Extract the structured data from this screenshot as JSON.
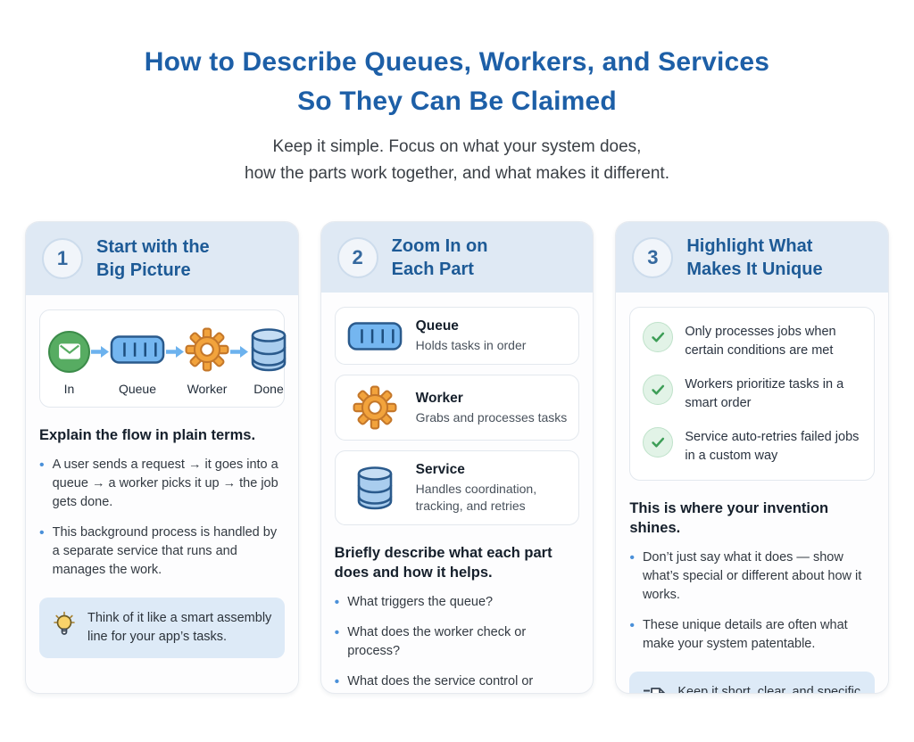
{
  "header": {
    "title_line1": "How to Describe Queues, Workers, and Services",
    "title_line2": "So They Can Be Claimed",
    "subtitle_line1": "Keep it simple. Focus on what your system does,",
    "subtitle_line2": "how the parts work together, and what makes it different."
  },
  "colors": {
    "title_blue": "#1d5fa7",
    "card_header_bg": "#dfe9f4",
    "card_title_blue": "#1d5a96",
    "tip_bg": "#ddeaf7",
    "bullet_blue": "#4a90d9",
    "check_green": "#3d9e57",
    "queue_blue": "#74b6f0",
    "gear_orange": "#f2a33c",
    "mail_green": "#57ac62",
    "database_blue": "#a9cdee",
    "arrow_blue": "#6cb2ee"
  },
  "step1": {
    "number": "1",
    "title_line1": "Start with the",
    "title_line2": "Big Picture",
    "flow": {
      "nodes": [
        {
          "icon": "mail-icon",
          "label": "In"
        },
        {
          "icon": "queue-icon",
          "label": "Queue"
        },
        {
          "icon": "gear-icon",
          "label": "Worker"
        },
        {
          "icon": "database-icon",
          "label": "Done"
        }
      ]
    },
    "heading": "Explain the flow in plain terms.",
    "bullets": [
      "A user sends a request → it goes into a queue → a worker picks it up → the job gets done.",
      "This background process is handled by a separate service that runs and manages the work."
    ],
    "tip": "Think of it like a smart assembly line for your app’s tasks."
  },
  "step2": {
    "number": "2",
    "title_line1": "Zoom In on",
    "title_line2": "Each Part",
    "parts": [
      {
        "icon": "queue-icon",
        "name": "Queue",
        "desc": "Holds tasks in order"
      },
      {
        "icon": "gear-icon",
        "name": "Worker",
        "desc": "Grabs and processes tasks"
      },
      {
        "icon": "database-icon",
        "name": "Service",
        "desc": "Handles coordination, tracking, and retries"
      }
    ],
    "heading": "Briefly describe what each part does and how it helps.",
    "bullets": [
      "What triggers the queue?",
      "What does the worker check or process?",
      "What does the service control or manage?"
    ]
  },
  "step3": {
    "number": "3",
    "title_line1": "Highlight What",
    "title_line2": "Makes It Unique",
    "checklist": [
      "Only processes jobs when certain conditions are met",
      "Workers prioritize tasks in a smart order",
      "Service auto-retries failed jobs in a custom way"
    ],
    "heading": "This is where your invention shines.",
    "bullets": [
      "Don’t just say what it does — show what’s special or different about how it works.",
      "These unique details are often what make your system patentable."
    ],
    "tip": "Keep it short, clear, and specific — just enough to show how your system really works."
  }
}
